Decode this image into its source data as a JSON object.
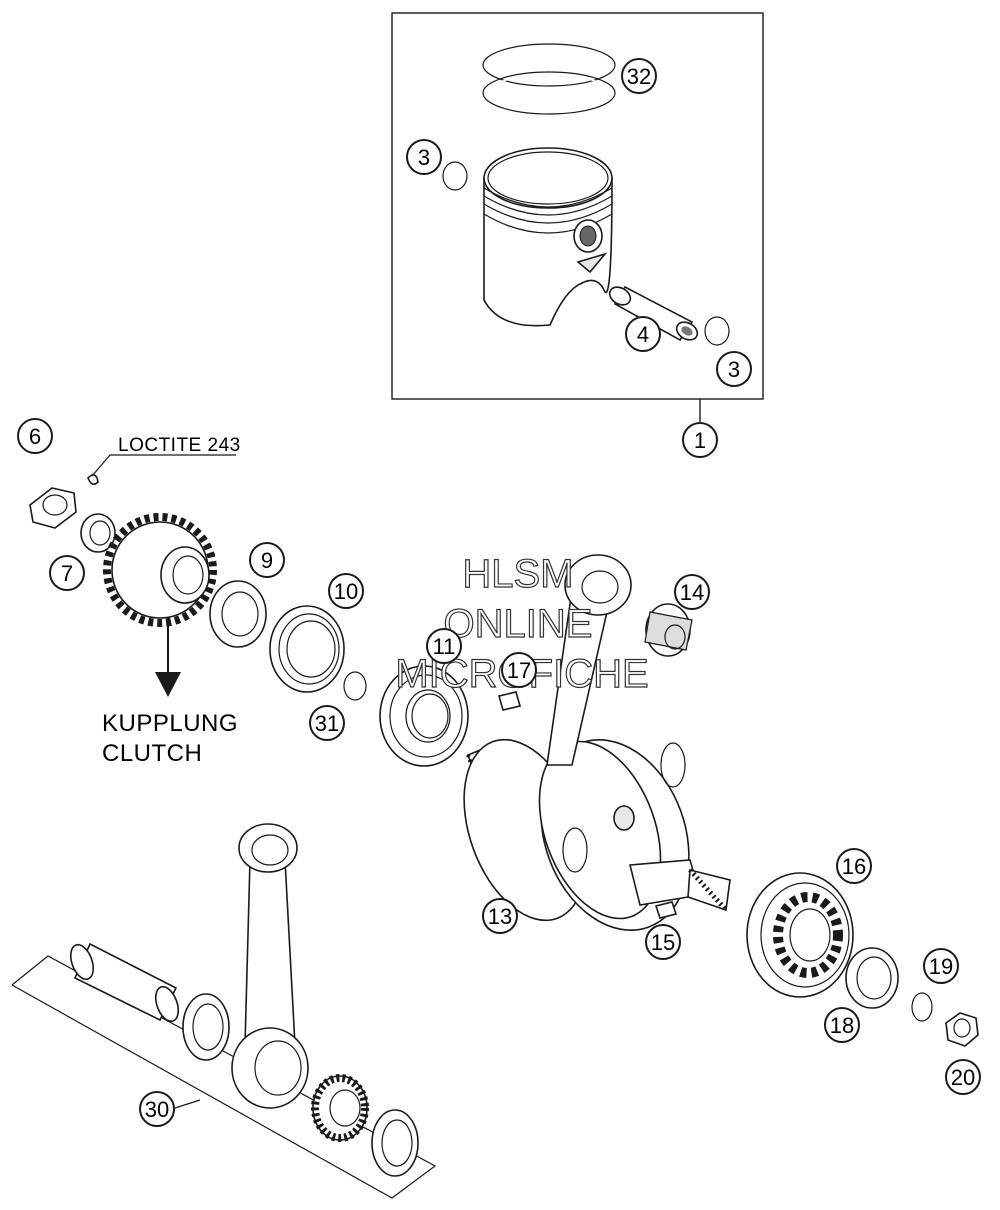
{
  "callouts": [
    {
      "id": "1",
      "label": "1"
    },
    {
      "id": "3a",
      "label": "3"
    },
    {
      "id": "3b",
      "label": "3"
    },
    {
      "id": "4",
      "label": "4"
    },
    {
      "id": "6",
      "label": "6"
    },
    {
      "id": "7",
      "label": "7"
    },
    {
      "id": "9",
      "label": "9"
    },
    {
      "id": "10",
      "label": "10"
    },
    {
      "id": "11",
      "label": "11"
    },
    {
      "id": "13",
      "label": "13"
    },
    {
      "id": "14",
      "label": "14"
    },
    {
      "id": "15",
      "label": "15"
    },
    {
      "id": "16",
      "label": "16"
    },
    {
      "id": "17",
      "label": "17"
    },
    {
      "id": "18",
      "label": "18"
    },
    {
      "id": "19",
      "label": "19"
    },
    {
      "id": "20",
      "label": "20"
    },
    {
      "id": "30",
      "label": "30"
    },
    {
      "id": "31",
      "label": "31"
    },
    {
      "id": "32",
      "label": "32"
    }
  ],
  "notes": {
    "loctite": "LOCTITE 243",
    "clutch_de": "KUPPLUNG",
    "clutch_en": "CLUTCH"
  },
  "watermark": {
    "line1": "HLSM",
    "line2": "ONLINE",
    "line3": "MICROFICHE"
  }
}
